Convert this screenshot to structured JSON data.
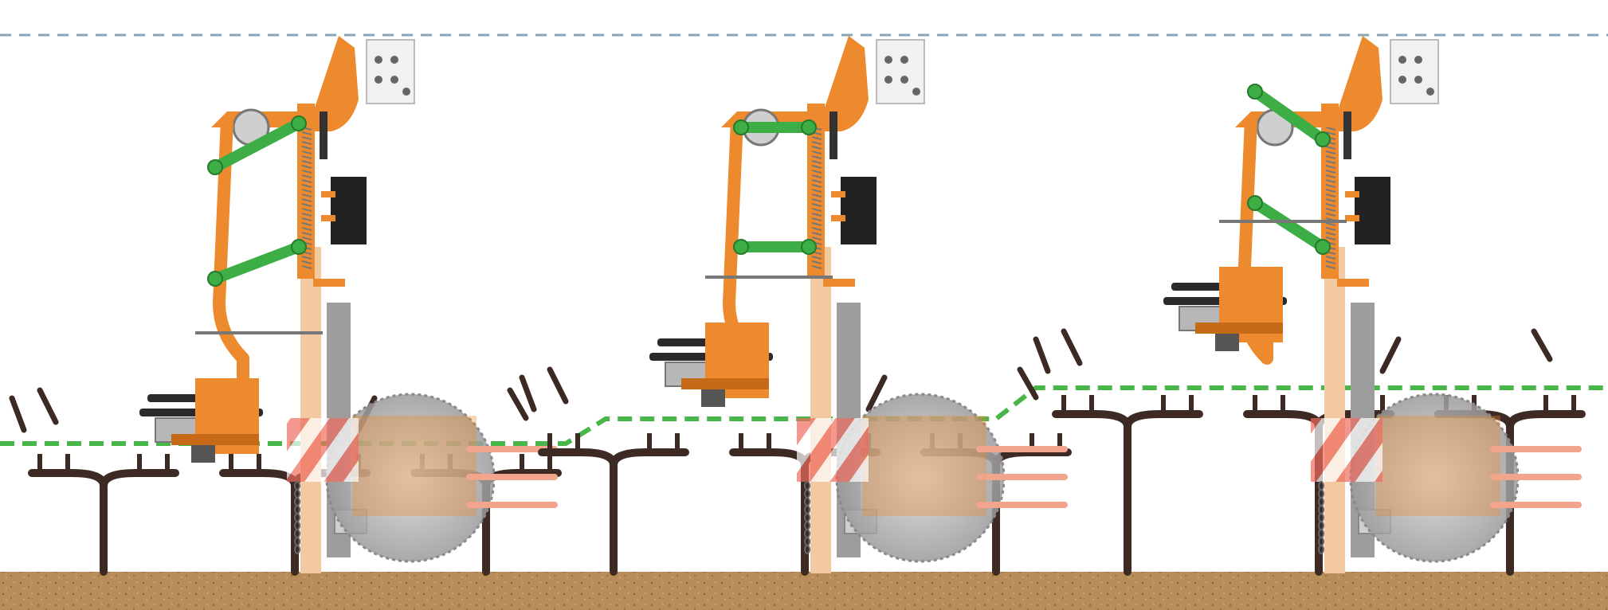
{
  "colors": {
    "background": "#ffffff",
    "reference_line": "#8aa4b8",
    "ground": "#b98d5a",
    "ground_speck": "#8a6535",
    "vine": "#3e2a24",
    "machine_orange": "#ee8a2e",
    "machine_orange_dark": "#c66a17",
    "mast_light": "#f3c9a2",
    "linkage_green": "#3dae45",
    "linkage_green_dark": "#257a2b",
    "leaf_green_line": "#49b64a",
    "cutter_black": "#2a2a2a",
    "cutter_grey": "#b7b7b7",
    "post_grey": "#9d9d9d",
    "warning_red": "#ef6b5f",
    "blade_grey": "#bdbdbd",
    "finger_pink": "#f2a58c",
    "control_box": "#f1f1f1",
    "panel_black": "#222222"
  },
  "scene": {
    "panels": [
      {
        "id": "position-1",
        "linkage": "angled-down",
        "cutter": "low"
      },
      {
        "id": "position-2",
        "linkage": "horizontal",
        "cutter": "middle"
      },
      {
        "id": "position-3",
        "linkage": "angled-up",
        "cutter": "high"
      }
    ],
    "icons": {
      "cutter_head": "sprocket-cutter-icon",
      "saw_blade": "circular-saw-icon",
      "control_box": "hydraulic-valve-box-icon",
      "warning_plate": "warning-stripes-icon",
      "support_chain": "chain-icon"
    }
  }
}
